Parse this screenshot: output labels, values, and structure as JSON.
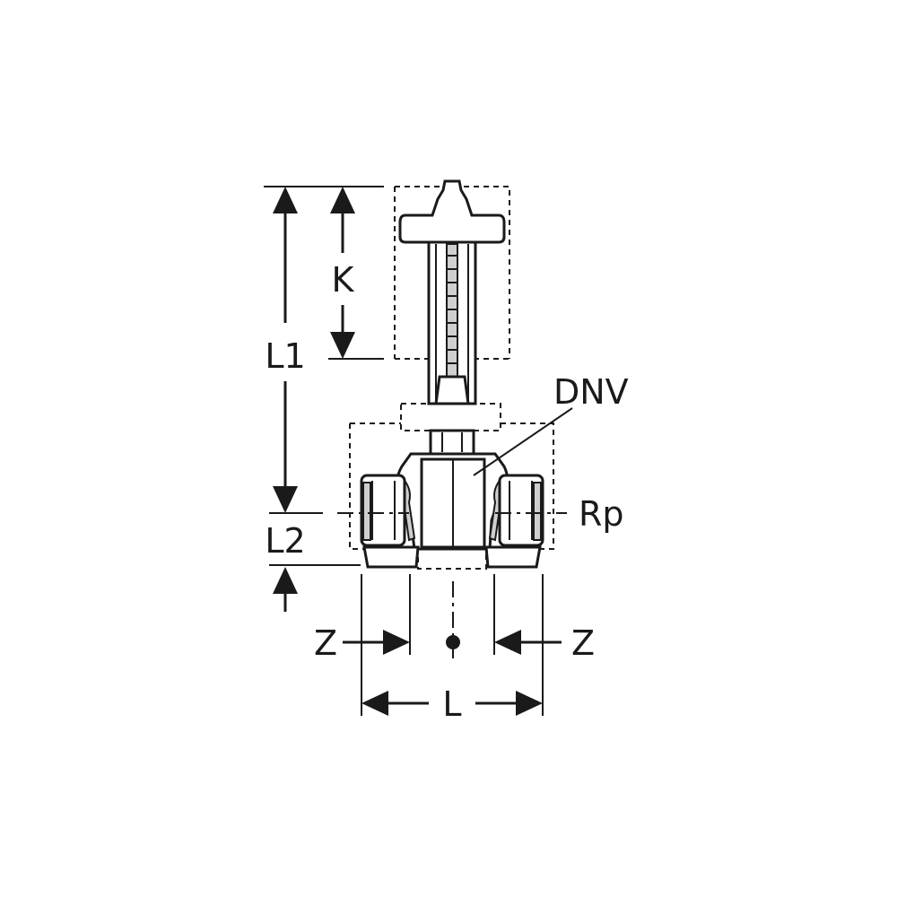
{
  "labels": {
    "K": "K",
    "L1": "L1",
    "L2": "L2",
    "DNV": "DNV",
    "Rp": "Rp",
    "Z_left": "Z",
    "Z_right": "Z",
    "L": "L"
  },
  "colors": {
    "line": "#1a1a1a",
    "background": "#ffffff",
    "shading": "#cfcfcf"
  }
}
